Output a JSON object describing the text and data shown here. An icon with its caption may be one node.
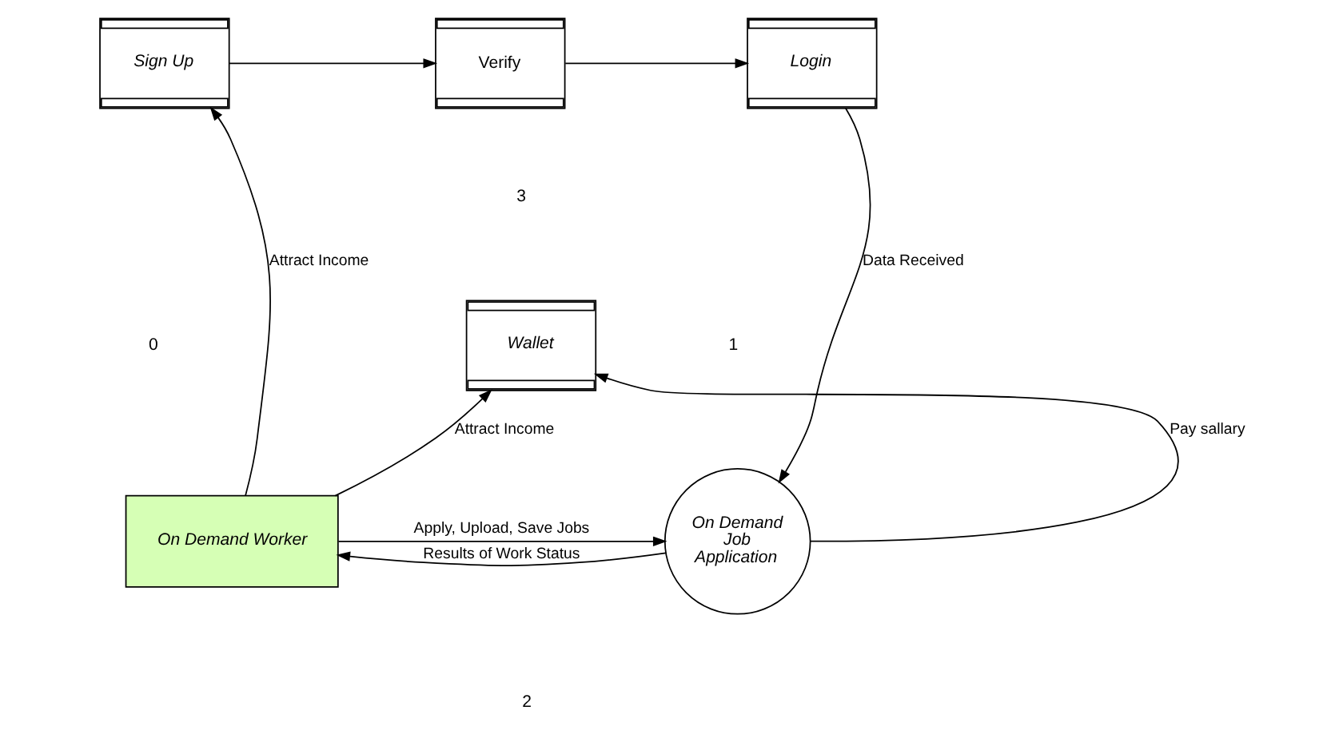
{
  "diagram": {
    "nodes": [
      {
        "text": [
          "Sign Up"
        ]
      },
      {
        "text": [
          "Verify"
        ]
      },
      {
        "text": [
          "Login"
        ]
      },
      {
        "text": [
          "Wallet"
        ]
      },
      {
        "text": [
          "On Demand Worker"
        ]
      },
      {
        "text": [
          "On Demand Job Application"
        ]
      }
    ],
    "edges": [
      {
        "from": 0,
        "to": 1,
        "arrow": "to"
      },
      {
        "from": 1,
        "to": 2,
        "arrow": "to"
      },
      {
        "from": 4,
        "to": 0,
        "arrow": "to",
        "label": "Attract Income"
      },
      {
        "from": 4,
        "to": 3,
        "arrow": "to",
        "label": "Attract Income"
      },
      {
        "from": 5,
        "to": 3,
        "arrow": "to",
        "label": "Pay sallary"
      },
      {
        "from": 2,
        "to": 5,
        "arrow": "to",
        "label": "Data Received"
      },
      {
        "from": 5,
        "to": 4,
        "arrow": "to",
        "label": "Results of Work Status"
      },
      {
        "from": 4,
        "to": 5,
        "arrow": "to",
        "label": "Apply, Upload, Save Jobs"
      }
    ],
    "labels": [
      "0",
      "3",
      "1",
      "2"
    ]
  }
}
